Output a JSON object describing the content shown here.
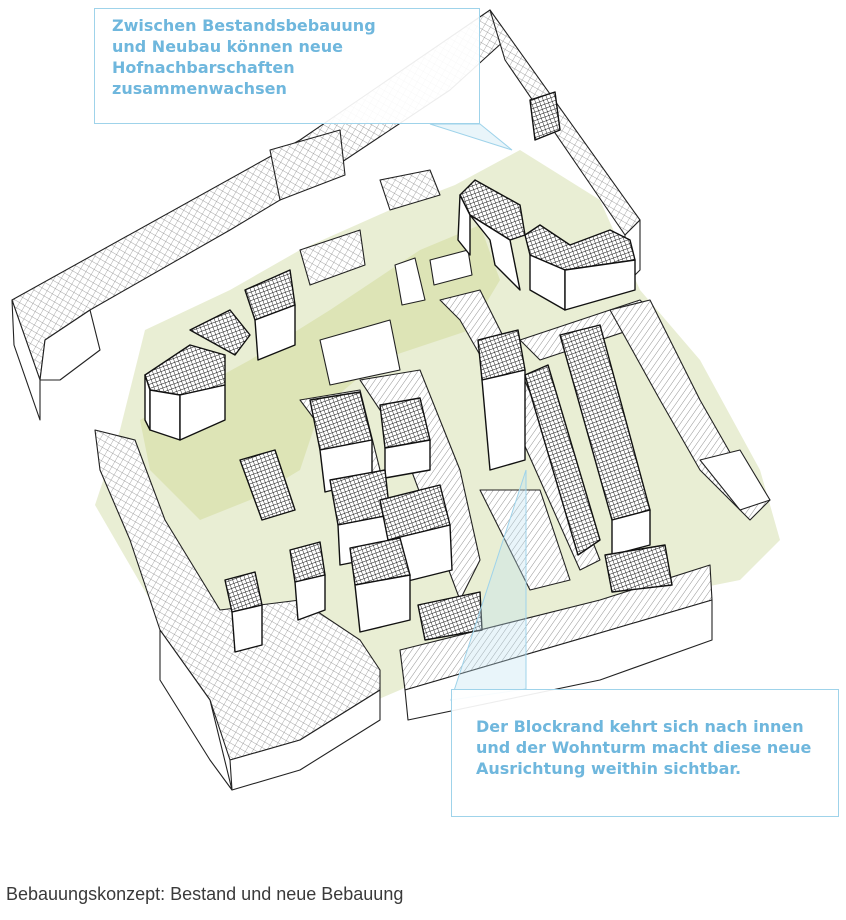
{
  "callouts": {
    "top": [
      "Zwischen Bestandsbebauung",
      "und Neubau können neue",
      "Hofnachbarschaften",
      "zusammenwachsen"
    ],
    "bottom": [
      "Der Blockrand kehrt sich nach innen",
      "und der Wohnturm macht diese neue",
      "Ausrichtung weithin sichtbar."
    ]
  },
  "caption": "Bebauungskonzept: Bestand und neue Bebauung",
  "colors": {
    "courtyard_green": "#e9eed4",
    "courtyard_green_dark": "#dde4b6",
    "callout_blue": "#6fb7dd",
    "callout_border": "#9fd3ea",
    "outline": "#222222",
    "existing_roof_hatch": "#8a8a8a"
  }
}
